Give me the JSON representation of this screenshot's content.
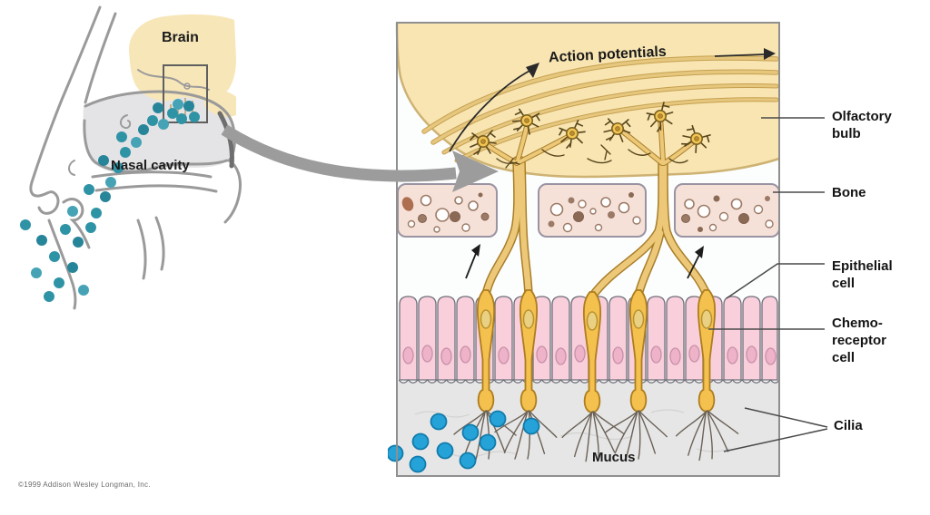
{
  "figure": {
    "copyright": "©1999 Addison Wesley Longman, Inc."
  },
  "left_panel": {
    "brain": "Brain",
    "nasal_cavity": "Nasal cavity"
  },
  "right_panel": {
    "action_potentials": "Action potentials",
    "mucus": "Mucus"
  },
  "annotations": [
    {
      "id": "olfactory-bulb",
      "lines": [
        "Olfactory",
        "bulb"
      ]
    },
    {
      "id": "bone",
      "lines": [
        "Bone"
      ]
    },
    {
      "id": "epithelial-cell",
      "lines": [
        "Epithelial",
        "cell"
      ]
    },
    {
      "id": "chemoreceptor-cell",
      "lines": [
        "Chemo-",
        "receptor",
        "cell"
      ]
    },
    {
      "id": "cilia",
      "lines": [
        "Cilia"
      ]
    }
  ],
  "colors": {
    "odorant_dot_blue": "#25a2d7",
    "odorant_dot_teal": "#2f93a6",
    "bulb_cream": "#f8e5b2",
    "bone_fill": "#f6e1d9",
    "epithelial_pink": "#f9cfdc",
    "receptor_yellow": "#f4c14f",
    "mucus_gray": "#e6e6e6",
    "arrow_gray": "#9c9c9c"
  }
}
